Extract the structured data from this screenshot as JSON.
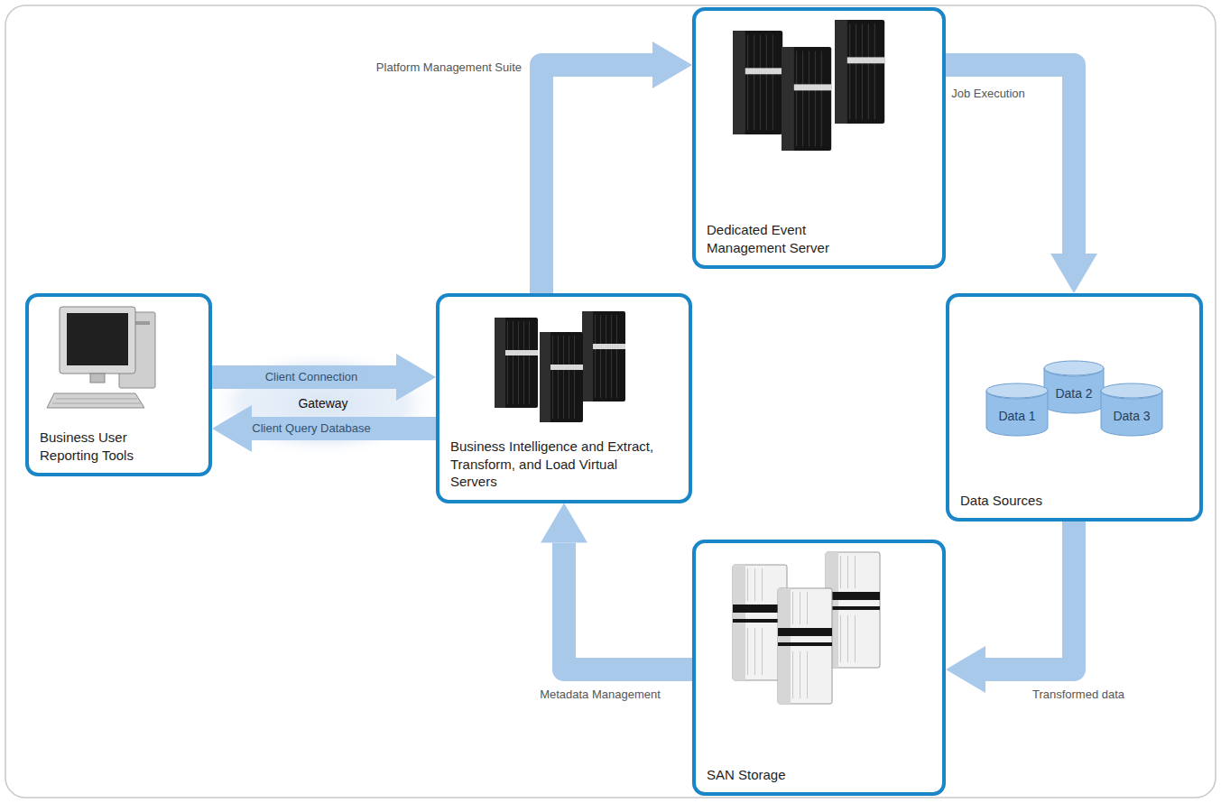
{
  "diagram": {
    "nodes": [
      {
        "text": [
          "Business User Reporting Tools"
        ]
      },
      {
        "text": [
          "Business Intelligence and Extract, Transform, and Load Virtual Servers"
        ]
      },
      {
        "text": [
          "Dedicated Event Management Server"
        ]
      },
      {
        "text": [
          "Data Sources"
        ]
      },
      {
        "text": [
          "Data 2"
        ],
        "in": 3
      },
      {
        "text": [
          "Data 1"
        ],
        "in": 3
      },
      {
        "text": [
          "Data 3"
        ],
        "in": 3
      },
      {
        "text": [
          "SAN Storage"
        ]
      }
    ],
    "edges": [
      {
        "from": 0,
        "to": 1,
        "arrow": "to",
        "label": "Client Connection"
      },
      {
        "from": 1,
        "to": 0,
        "arrow": "to",
        "label": "Client Query Database"
      },
      {
        "from": 1,
        "to": 2,
        "arrow": "to",
        "label": "Platform Management Suite"
      },
      {
        "from": 2,
        "to": 3,
        "arrow": "to",
        "label": "Job Execution"
      },
      {
        "from": 3,
        "to": 7,
        "arrow": "to",
        "label": "Transformed data"
      },
      {
        "from": 7,
        "to": 1,
        "arrow": "to",
        "label": "Metadata Management"
      }
    ],
    "labels": [
      "Gateway"
    ]
  }
}
